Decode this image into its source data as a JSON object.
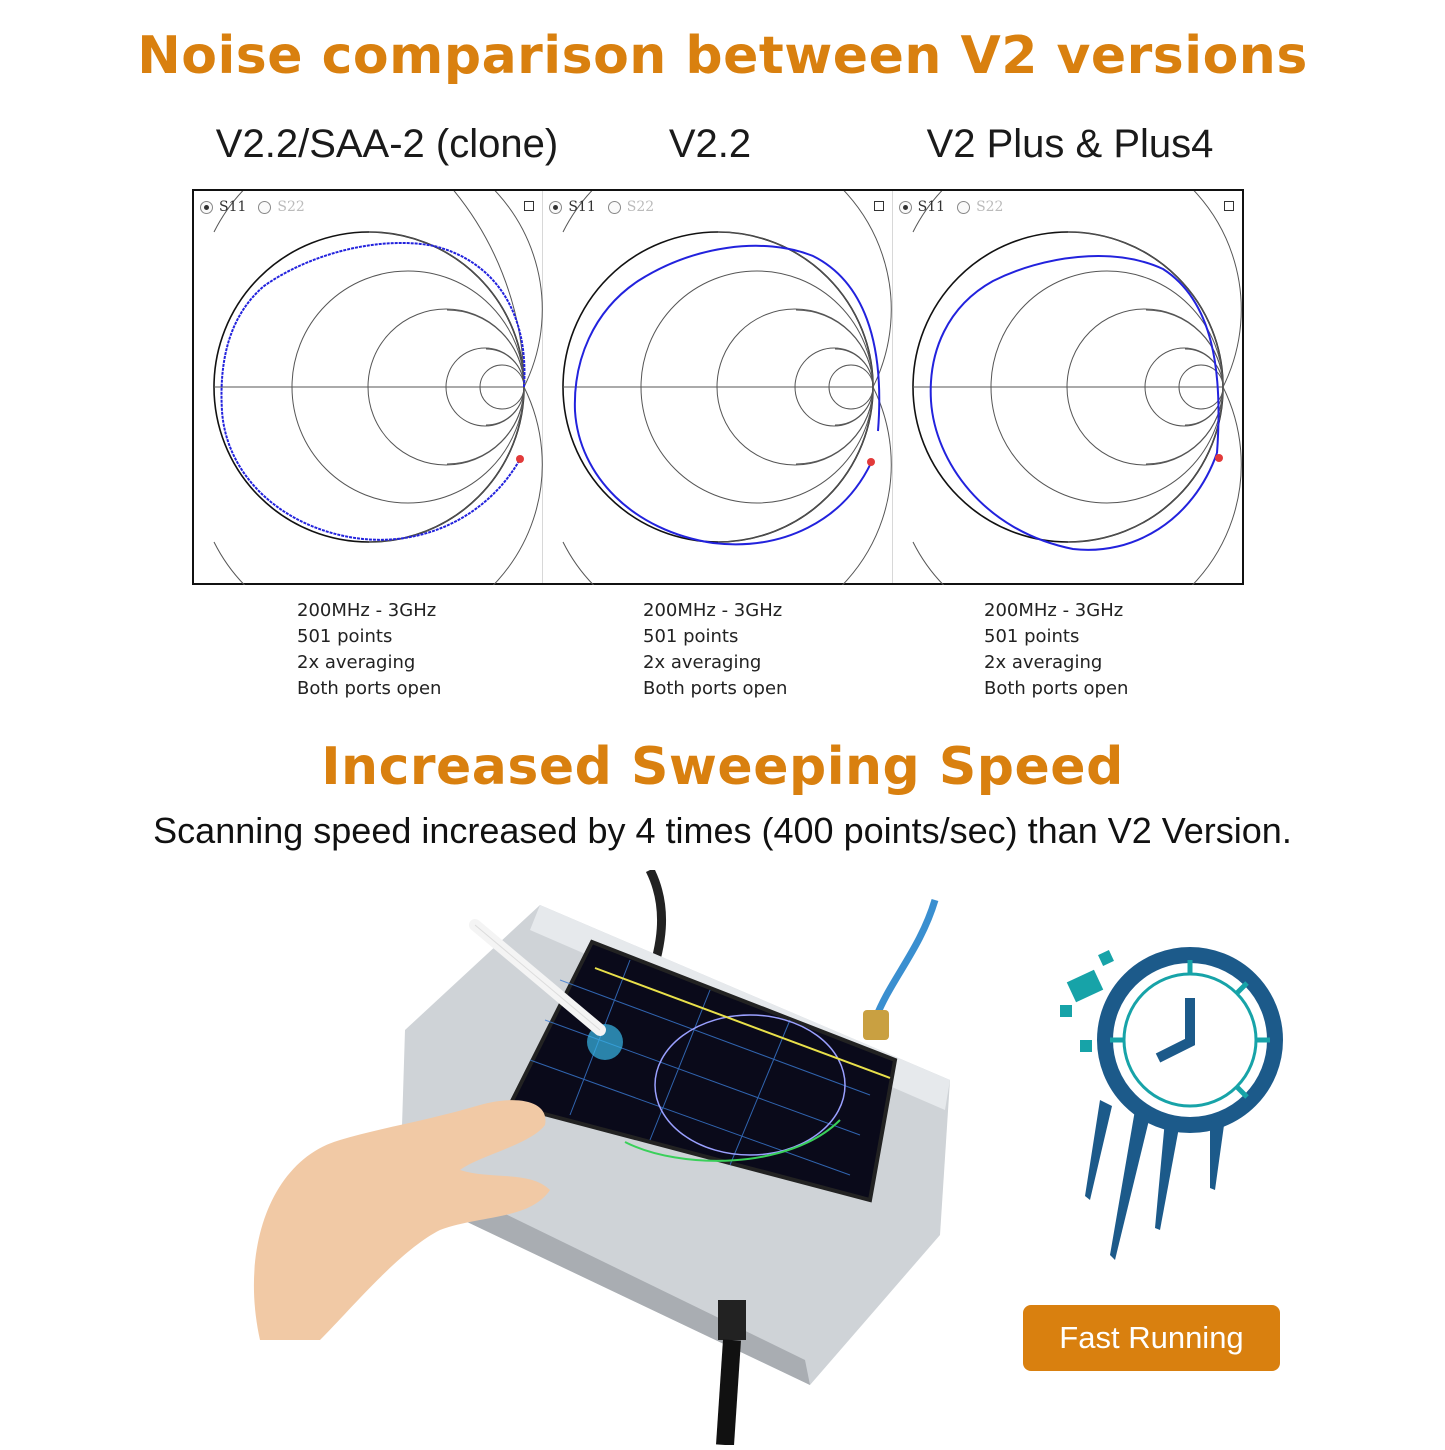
{
  "section1": {
    "title": "Noise comparison between V2 versions",
    "columns": [
      {
        "label": "V2.2/SAA-2 (clone)",
        "radio_s11": "S11",
        "radio_s22": "S22",
        "specs": [
          "200MHz - 3GHz",
          "501 points",
          "2x averaging",
          "Both ports open"
        ]
      },
      {
        "label": "V2.2",
        "radio_s11": "S11",
        "radio_s22": "S22",
        "specs": [
          "200MHz - 3GHz",
          "501 points",
          "2x averaging",
          "Both ports open"
        ]
      },
      {
        "label": "V2 Plus & Plus4",
        "radio_s11": "S11",
        "radio_s22": "S22",
        "specs": [
          "200MHz - 3GHz",
          "501 points",
          "2x averaging",
          "Both ports open"
        ]
      }
    ],
    "colors": {
      "trace": "#2222dd",
      "grid": "#555555",
      "marker": "#e23a3a"
    }
  },
  "section2": {
    "title": "Increased Sweeping Speed",
    "subtitle": "Scanning speed increased by 4 times (400 points/sec) than V2 Version.",
    "button_label": "Fast Running",
    "colors": {
      "accent": "#d9800f",
      "clock_blue": "#1c5a8a",
      "clock_teal": "#17a3a8"
    }
  }
}
